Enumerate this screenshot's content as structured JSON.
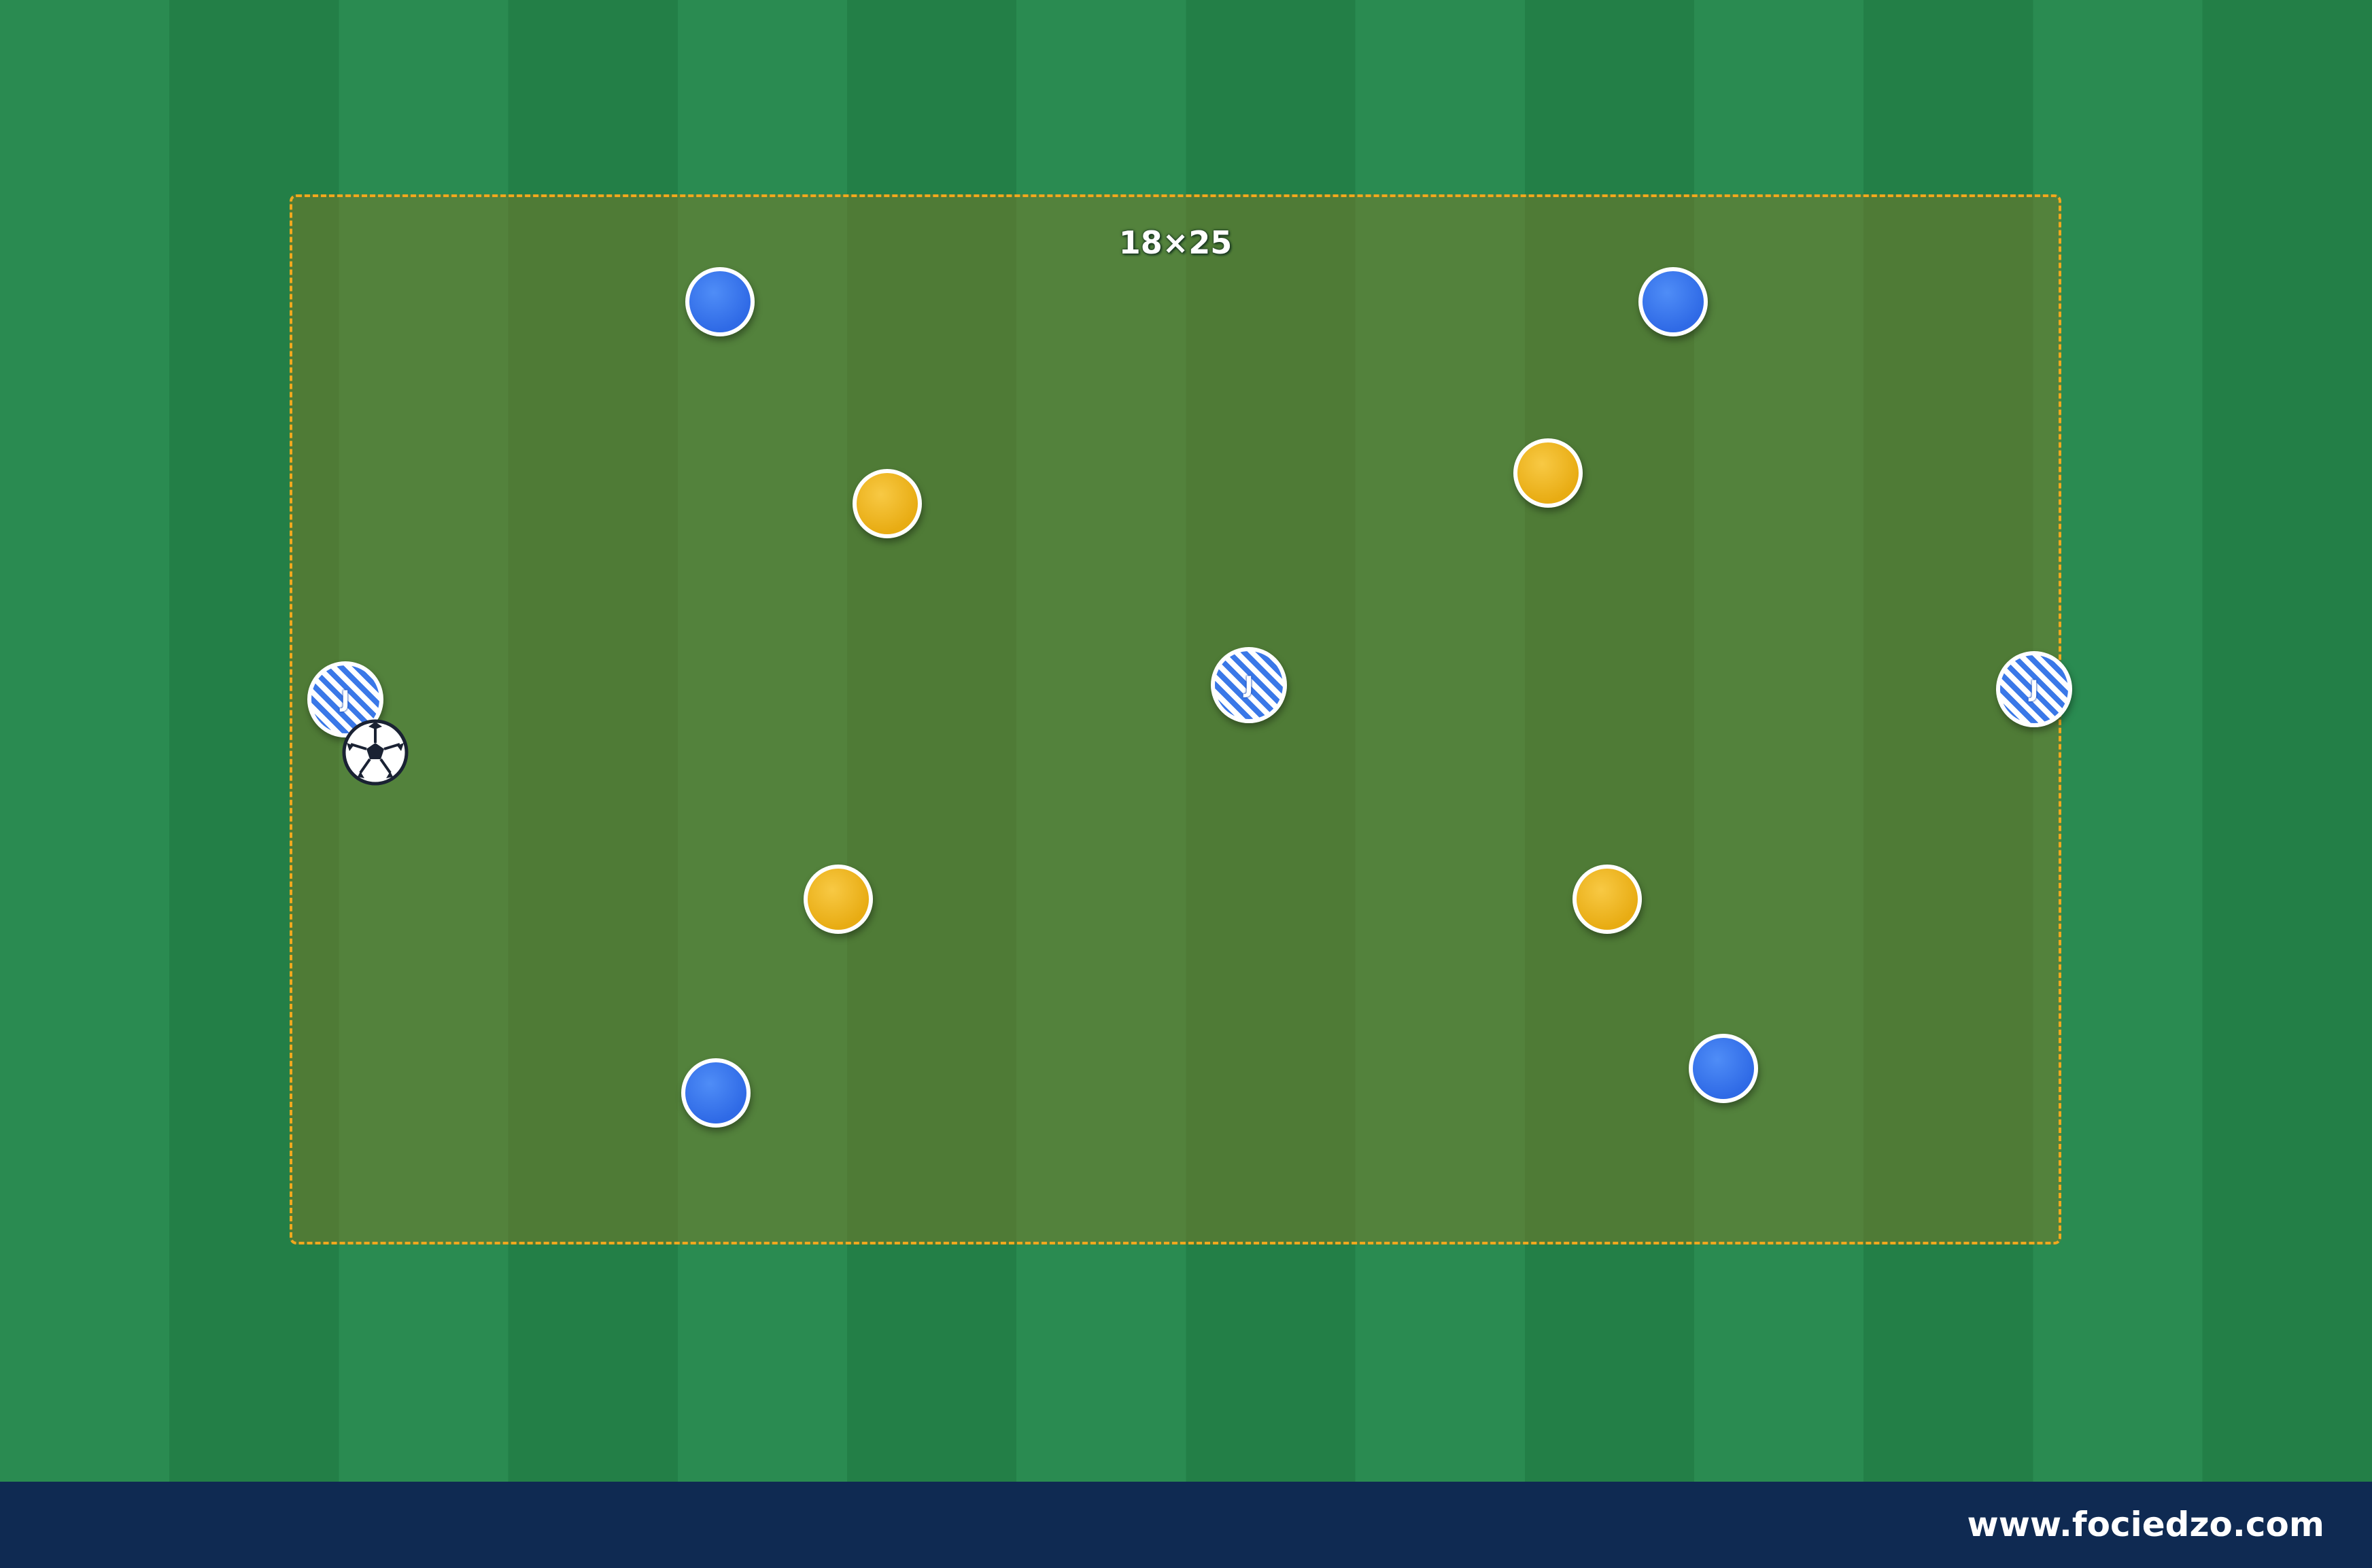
{
  "drill": {
    "zone_label": "18×25",
    "zone_color": "#f1a81d",
    "pitch_colors": [
      "#2a8b51",
      "#237f47"
    ]
  },
  "teams": {
    "blue": {
      "color": "#2f6ae6",
      "count": 4
    },
    "yellow": {
      "color": "#e8ac13",
      "count": 4
    },
    "neutral": {
      "color": "#3a78e8",
      "count": 3,
      "mark": "J"
    }
  },
  "ball": {
    "icon": "soccer-ball-icon"
  },
  "footer": {
    "website": "www.fociedzo.com",
    "background": "#0f2a52"
  }
}
